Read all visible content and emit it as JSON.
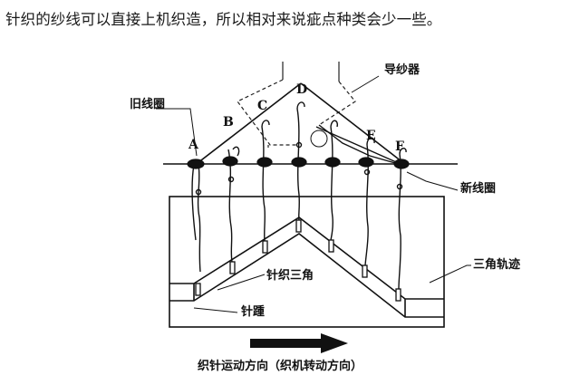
{
  "headline": "针织的纱线可以直接上机织造，所以相对来说疵点种类会少一些。",
  "diagram": {
    "needle_letters": [
      "A",
      "B",
      "C",
      "D",
      "E",
      "F"
    ],
    "labels": {
      "old_loop": "旧线圈",
      "yarn_guide": "导纱器",
      "new_loop": "新线圈",
      "cam_track": "三角轨迹",
      "knitting_cam": "针织三角",
      "needle_butt": "针踵",
      "direction": "织针运动方向（织机转动方向）"
    }
  }
}
